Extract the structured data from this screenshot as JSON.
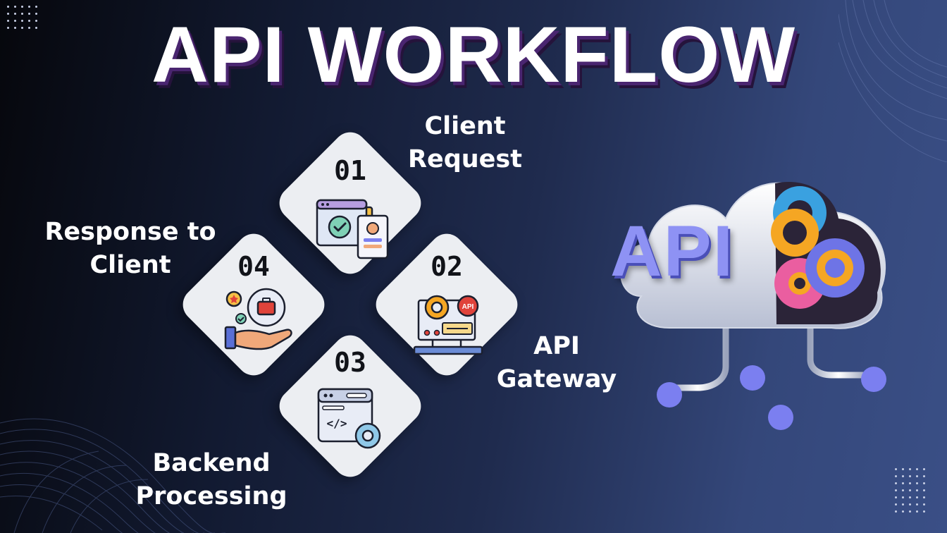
{
  "title": "API WORKFLOW",
  "steps": [
    {
      "number": "01",
      "label_line1": "Client",
      "label_line2": "Request",
      "icon": "browser-profile-check-icon"
    },
    {
      "number": "02",
      "label_line1": "API",
      "label_line2": "Gateway",
      "icon": "api-gear-icon"
    },
    {
      "number": "03",
      "label_line1": "Backend",
      "label_line2": "Processing",
      "icon": "code-window-gear-icon"
    },
    {
      "number": "04",
      "label_line1": "Response to",
      "label_line2": "Client",
      "icon": "hand-briefcase-gear-icon"
    }
  ],
  "cloud": {
    "label": "API",
    "icon": "cloud-gears-icon"
  },
  "colors": {
    "accent_purple": "#7b7ff0",
    "title_shadow": "#4a2570",
    "diamond": "#eceef2"
  }
}
